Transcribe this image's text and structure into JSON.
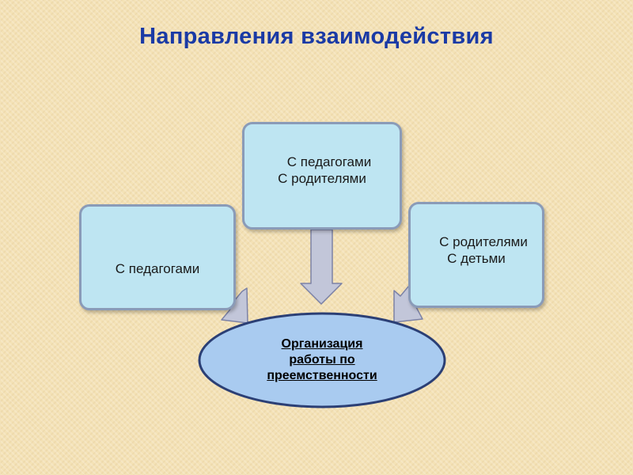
{
  "colors": {
    "background": "#f4e2b6",
    "title": "#1a3aa5",
    "box_fill": "#bee5f2",
    "box_border": "#8a9bb8",
    "ellipse_fill": "#a9cbf0",
    "ellipse_border": "#2b3f75",
    "arrow_fill": "#c2c6d9",
    "arrow_border": "#7c82a6"
  },
  "title": "Направления взаимодействия",
  "boxes": {
    "left": {
      "line1": "С педагогами"
    },
    "top": {
      "line1": "С педагогами",
      "line2": "С родителями"
    },
    "right": {
      "line1": "С родителями",
      "line2": "С детьми"
    }
  },
  "center": {
    "line1": "Организация",
    "line2": "работы по",
    "line3": "преемственности"
  }
}
